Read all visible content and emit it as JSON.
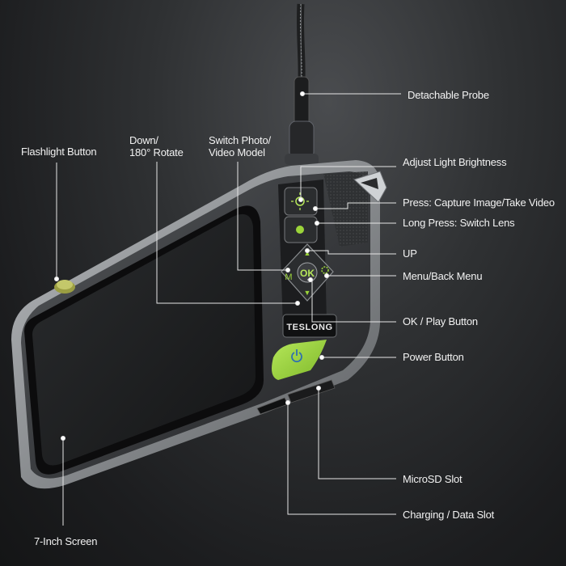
{
  "brand": {
    "logo_text": "TESLONG"
  },
  "device": {
    "buttons": {
      "ok_label": "OK",
      "menu_glyph": "M",
      "up_glyph": "▲",
      "down_glyph": "▼",
      "settings_icon": "gear-icon",
      "light_icon": "sun-icon",
      "capture_icon": "dot-icon",
      "power_icon": "power-icon"
    },
    "accent_color": "#9bd43a"
  },
  "labels": {
    "detachable_probe": "Detachable Probe",
    "flashlight_button": "Flashlight Button",
    "down_rotate_line1": "Down/",
    "down_rotate_line2": "180° Rotate",
    "switch_mode_line1": "Switch Photo/",
    "switch_mode_line2": "Video Model",
    "adjust_light": "Adjust Light Brightness",
    "press_capture": "Press: Capture Image/Take Video",
    "long_press": "Long Press: Switch Lens",
    "up": "UP",
    "menu_back": "Menu/Back Menu",
    "ok_play": "OK / Play Button",
    "power_button": "Power Button",
    "microsd_slot": "MicroSD Slot",
    "charging_slot": "Charging / Data Slot",
    "screen": "7-Inch Screen"
  }
}
